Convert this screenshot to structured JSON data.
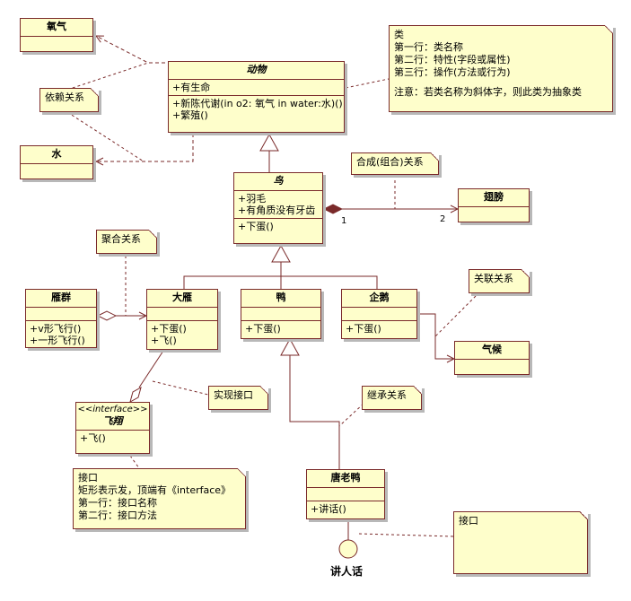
{
  "classes": {
    "oxygen": {
      "name": "氧气"
    },
    "water": {
      "name": "水"
    },
    "animal": {
      "name": "动物",
      "attrs": [
        "+有生命"
      ],
      "ops": [
        "+新陈代谢(in o2: 氧气  in water:水)()",
        "+繁殖()"
      ]
    },
    "bird": {
      "name": "鸟",
      "attrs": [
        "+羽毛",
        "+有角质没有牙齿"
      ],
      "ops": [
        "+下蛋()"
      ]
    },
    "wing": {
      "name": "翅膀"
    },
    "geese_group": {
      "name": "雁群",
      "ops": [
        "+v形飞行()",
        "+一形飞行()"
      ]
    },
    "wild_goose": {
      "name": "大雁",
      "ops": [
        "+下蛋()",
        "+飞()"
      ]
    },
    "duck": {
      "name": "鸭",
      "ops": [
        "+下蛋()"
      ]
    },
    "penguin": {
      "name": "企鹅",
      "ops": [
        "+下蛋()"
      ]
    },
    "climate": {
      "name": "气候"
    },
    "fly": {
      "stereotype": "<<interface>>",
      "name": "飞翔",
      "ops": [
        "+飞()"
      ]
    },
    "tang_duck": {
      "name": "唐老鸭",
      "ops": [
        "+讲话()"
      ]
    }
  },
  "notes": {
    "class_desc": [
      "类",
      "第一行：类名称",
      "第二行：特性(字段或属性)",
      "第三行：操作(方法或行为)",
      "",
      "注意：若类名称为斜体字，则此类为抽象类"
    ],
    "dependency": [
      "依赖关系"
    ],
    "composition": [
      "合成(组合)关系"
    ],
    "aggregation": [
      "聚合关系"
    ],
    "association": [
      "关联关系"
    ],
    "realization": [
      "实现接口"
    ],
    "inheritance": [
      "继承关系"
    ],
    "interface_desc": [
      "接口",
      "矩形表示发，顶端有《interface》",
      "第一行：接口名称",
      "第二行：接口方法"
    ],
    "lollipop_desc": [
      "接口"
    ]
  },
  "multiplicity": {
    "bird_end": "1",
    "wing_end": "2"
  },
  "lollipop_label": "讲人话"
}
